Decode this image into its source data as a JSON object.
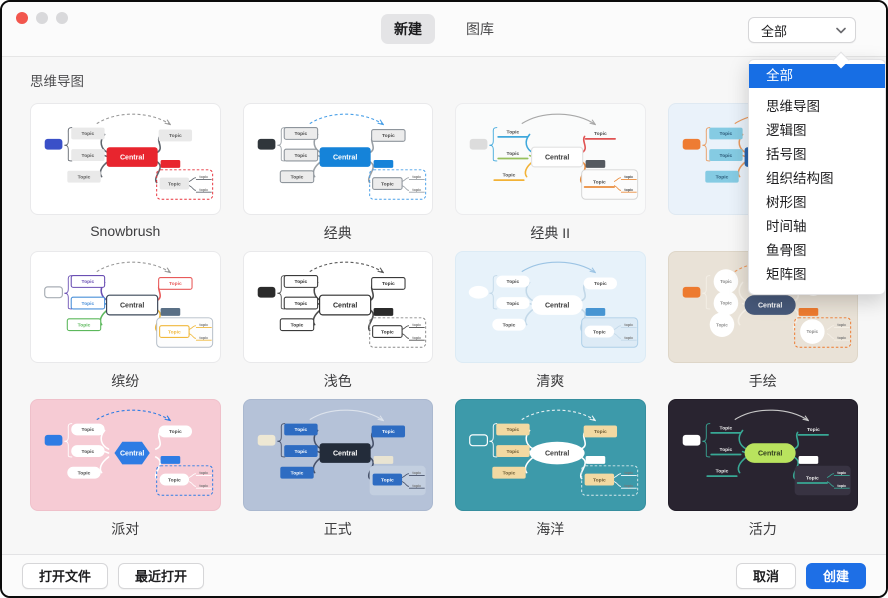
{
  "window": {
    "traffic_lights": [
      "#f2564d",
      "#d9d9db",
      "#d9d9db"
    ]
  },
  "header": {
    "tabs": [
      {
        "label": "新建",
        "active": true
      },
      {
        "label": "图库",
        "active": false
      }
    ]
  },
  "filter": {
    "selected": "全部",
    "options": [
      "全部",
      "思维导图",
      "逻辑图",
      "括号图",
      "组织结构图",
      "树形图",
      "时间轴",
      "鱼骨图",
      "矩阵图"
    ],
    "highlight_color": "#176ee4"
  },
  "section": {
    "title": "思维导图"
  },
  "labels": {
    "central": "Central",
    "topic": "Topic",
    "subtopic": "topic"
  },
  "templates": [
    {
      "name": "Snowbrush",
      "style": {
        "card_bg": "#ffffff",
        "card_border": "#e9e9eb",
        "central": {
          "shape": "rect",
          "bg": "#e8252e",
          "text": "#ffffff",
          "border": "none"
        },
        "topic": {
          "shape": "chip",
          "bg": "#e9e9e9",
          "text": "#5a5a5a",
          "border": "none"
        },
        "line": "#5f656d",
        "branch_colors": null,
        "left_rect": {
          "shape": "rect",
          "bg": "#3a50c8",
          "border": "none"
        },
        "accent": "#e8252e",
        "summary_box": {
          "border": "#e8323c",
          "dash": true,
          "bg": "none"
        },
        "arrow": {
          "color": "#9a9a9a",
          "dash": true
        }
      }
    },
    {
      "name": "经典",
      "style": {
        "card_bg": "#ffffff",
        "card_border": "#e9e9eb",
        "central": {
          "shape": "rect",
          "bg": "#1583d9",
          "text": "#ffffff",
          "border": "none"
        },
        "topic": {
          "shape": "box",
          "bg": "#ececec",
          "text": "#4a4a4a",
          "border": "#8e959c"
        },
        "line": "#9aa0a6",
        "branch_colors": null,
        "left_rect": {
          "shape": "rect",
          "bg": "#30363b",
          "border": "none"
        },
        "accent": "#1583d9",
        "summary_box": {
          "border": "#4aa0e8",
          "dash": true,
          "bg": "none"
        },
        "arrow": {
          "color": "#4aa0e8",
          "dash": true
        }
      }
    },
    {
      "name": "经典 II",
      "style": {
        "card_bg": "#fafbfb",
        "card_border": "#ececee",
        "central": {
          "shape": "box",
          "bg": "#ffffff",
          "text": "#3a3a3a",
          "border": "#e2e2e2"
        },
        "topic": {
          "shape": "underline",
          "bg": "none",
          "text": "#4a4a4a",
          "border": "none"
        },
        "line": "#b5b9bd",
        "branch_colors": [
          "#3fa8dc",
          "#97c05c",
          "#f2b236",
          "#e05252",
          "#ea8c3c"
        ],
        "left_rect": {
          "shape": "rect",
          "bg": "#dcdcdc",
          "border": "none"
        },
        "accent": "#555a60",
        "summary_box": {
          "border": "#d5d5d5",
          "dash": false,
          "bg": "#fcfcfc"
        },
        "arrow": {
          "color": "#a8a8a8",
          "dash": false
        }
      }
    },
    {
      "name": "",
      "style": {
        "card_bg": "#eaf2fa",
        "card_border": "#dfe9f2",
        "central": {
          "shape": "rect",
          "bg": "#2a66ae",
          "text": "#ffffff",
          "border": "none"
        },
        "topic": {
          "shape": "chip",
          "bg": "#85cbe3",
          "text": "#2c5a78",
          "border": "none"
        },
        "line": "#e8995e",
        "branch_colors": null,
        "left_rect": {
          "shape": "rect",
          "bg": "#ee7c33",
          "border": "none"
        },
        "accent": "#ee7c33",
        "summary_box": {
          "border": "#e8995e",
          "dash": true,
          "bg": "none"
        },
        "arrow": {
          "color": "#e8995e",
          "dash": false
        }
      }
    },
    {
      "name": "缤纷",
      "style": {
        "card_bg": "#ffffff",
        "card_border": "#e9e9eb",
        "central": {
          "shape": "box",
          "bg": "#ffffff",
          "text": "#3a3a3a",
          "border": "#3c4858"
        },
        "topic": {
          "shape": "multibox",
          "bg": "#ffffff",
          "text": "#4a4a4a",
          "border": "#888"
        },
        "line": "#9aa0a6",
        "branch_colors": [
          "#6a4fb3",
          "#4a90d9",
          "#5cb85c",
          "#e85a5a",
          "#f0b83c"
        ],
        "left_rect": {
          "shape": "rect",
          "bg": "#ffffff",
          "border": "#a8aeb5"
        },
        "accent": "#5a7086",
        "summary_box": {
          "border": "#b5bec8",
          "dash": false,
          "bg": "#fdfdfd"
        },
        "arrow": {
          "color": "#9a9a9a",
          "dash": true
        }
      }
    },
    {
      "name": "浅色",
      "style": {
        "card_bg": "#ffffff",
        "card_border": "#e9e9eb",
        "central": {
          "shape": "box",
          "bg": "#ffffff",
          "text": "#2b2b2b",
          "border": "#2f2f2f"
        },
        "topic": {
          "shape": "box",
          "bg": "#ffffff",
          "text": "#2b2b2b",
          "border": "#3a3a3a"
        },
        "line": "#4a4a4a",
        "branch_colors": null,
        "left_rect": {
          "shape": "rect",
          "bg": "#2b2b2b",
          "border": "none"
        },
        "accent": "#2b2b2b",
        "summary_box": {
          "border": "#8a8a8a",
          "dash": true,
          "bg": "none"
        },
        "arrow": {
          "color": "#5a5a5a",
          "dash": true
        }
      }
    },
    {
      "name": "清爽",
      "style": {
        "card_bg": "#e7f2fa",
        "card_border": "#dcebf5",
        "central": {
          "shape": "pill",
          "bg": "#ffffff",
          "text": "#3a3a3a",
          "border": "none"
        },
        "topic": {
          "shape": "pill",
          "bg": "#ffffff",
          "text": "#4a4a4a",
          "border": "none"
        },
        "line": "#c2d8e8",
        "branch_colors": null,
        "left_rect": {
          "shape": "ellipse",
          "bg": "#ffffff",
          "border": "none"
        },
        "accent": "#4795d2",
        "summary_box": {
          "border": "#aecfe8",
          "dash": false,
          "bg": "#ddebf6"
        },
        "arrow": {
          "color": "#9cc4e4",
          "dash": false
        }
      }
    },
    {
      "name": "手绘",
      "style": {
        "card_bg": "#e9e2d7",
        "card_border": "#ded6c8",
        "central": {
          "shape": "pill",
          "bg": "#47597a",
          "text": "#ffffff",
          "border": "none"
        },
        "topic": {
          "shape": "circle",
          "bg": "#ffffff",
          "text": "#8a8a8a",
          "border": "none"
        },
        "line": "#f4efe6",
        "branch_colors": null,
        "left_rect": {
          "shape": "rect",
          "bg": "#ed7a2f",
          "border": "none"
        },
        "accent": "#ed7a2f",
        "summary_box": {
          "border": "#ed7a2f",
          "dash": true,
          "bg": "none"
        },
        "arrow": {
          "color": "#ed9a5e",
          "dash": true
        }
      }
    },
    {
      "name": "派对",
      "style": {
        "card_bg": "#f6cbd4",
        "card_border": "#efc0ca",
        "central": {
          "shape": "hex",
          "bg": "#2e7ce4",
          "text": "#ffffff",
          "border": "none"
        },
        "topic": {
          "shape": "pill",
          "bg": "#ffffff",
          "text": "#4a4a4a",
          "border": "none"
        },
        "line": "#ffffff",
        "branch_colors": null,
        "left_rect": {
          "shape": "rect",
          "bg": "#2e7ce4",
          "border": "none"
        },
        "accent": "#2e7ce4",
        "summary_box": {
          "border": "#2e7ce4",
          "dash": true,
          "bg": "none"
        },
        "arrow": {
          "color": "#2e7ce4",
          "dash": true
        }
      }
    },
    {
      "name": "正式",
      "style": {
        "card_bg": "#b5c2d8",
        "card_border": "#aab8cf",
        "central": {
          "shape": "rect",
          "bg": "#232c3a",
          "text": "#ffffff",
          "border": "none"
        },
        "topic": {
          "shape": "chip",
          "bg": "#2e6cc2",
          "text": "#ffffff",
          "border": "none"
        },
        "line": "#46516a",
        "branch_colors": null,
        "left_rect": {
          "shape": "rect",
          "bg": "#eee8d4",
          "border": "none"
        },
        "accent": "#e9e4d2",
        "summary_box": {
          "border": "none",
          "dash": false,
          "bg": "#c3cfe0"
        },
        "arrow": {
          "color": "#dde3ec",
          "dash": false
        }
      }
    },
    {
      "name": "海洋",
      "style": {
        "card_bg": "#3d9aaa",
        "card_border": "#368e9e",
        "central": {
          "shape": "ellipse",
          "bg": "#ffffff",
          "text": "#3a3a3a",
          "border": "none"
        },
        "topic": {
          "shape": "chip",
          "bg": "#f2d9a2",
          "text": "#6a5a33",
          "border": "none"
        },
        "line": "#ffffff",
        "branch_colors": null,
        "left_rect": {
          "shape": "rect",
          "bg": "none",
          "border": "#ffffff"
        },
        "accent": "#ffffff",
        "summary_box": {
          "border": "#d5e8ec",
          "dash": true,
          "bg": "none"
        },
        "arrow": {
          "color": "#e8f2f4",
          "dash": true
        }
      }
    },
    {
      "name": "活力",
      "style": {
        "card_bg": "#292430",
        "card_border": "#211d28",
        "central": {
          "shape": "pill",
          "bg": "#b9e35e",
          "text": "#2f3a1e",
          "border": "none"
        },
        "topic": {
          "shape": "underline",
          "bg": "none",
          "text": "#f2f2f2",
          "border": "none"
        },
        "line": "#38a895",
        "branch_colors": null,
        "left_rect": {
          "shape": "rect",
          "bg": "#ffffff",
          "border": "none"
        },
        "accent": "#ffffff",
        "summary_box": {
          "border": "none",
          "dash": false,
          "bg": "#383342"
        },
        "arrow": {
          "color": "#c8c8c8",
          "dash": false
        }
      }
    }
  ],
  "footer": {
    "open_file": "打开文件",
    "recent": "最近打开",
    "cancel": "取消",
    "create": "创建",
    "create_color": "#1e6fe6"
  }
}
